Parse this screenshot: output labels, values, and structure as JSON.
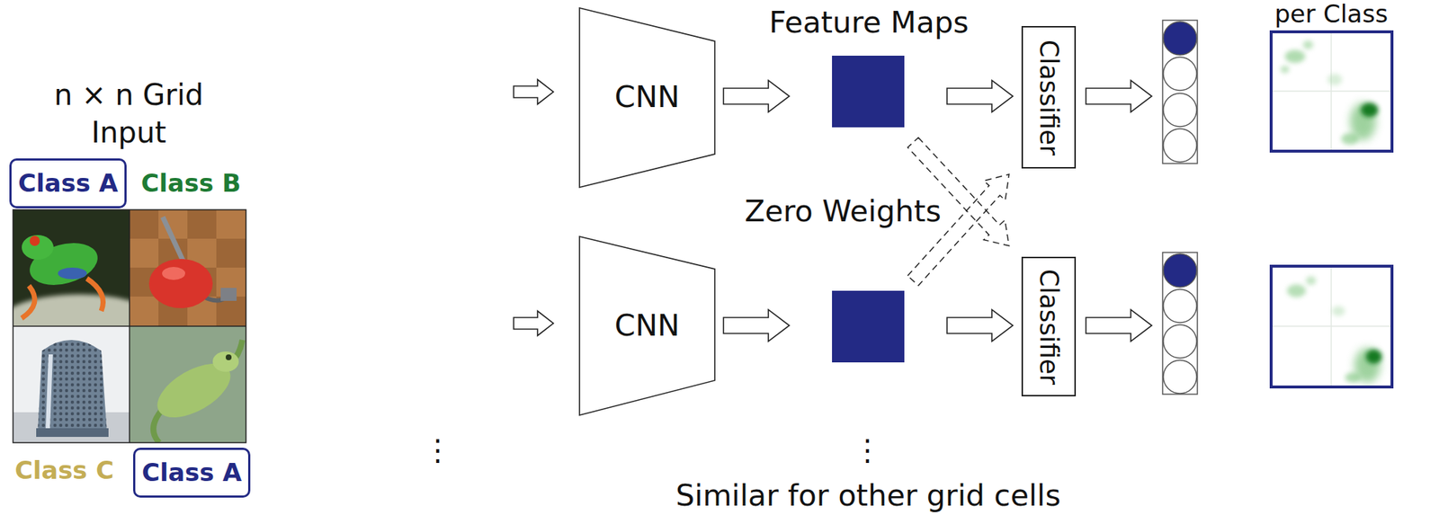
{
  "diagram": {
    "nodes": [
      {
        "text": [
          "Class A"
        ]
      },
      {
        "text": [
          "Class A"
        ]
      },
      {
        "text": [
          "CNN"
        ]
      },
      {
        "text": [
          "Classifier"
        ]
      },
      {
        "text": [
          "CNN"
        ]
      },
      {
        "text": [
          "Classifier"
        ]
      }
    ],
    "labels": [
      "n × n Grid Input",
      "Class B",
      "Class C",
      "Feature Maps",
      "per Class",
      "Zero Weights",
      "⋮",
      "⋮",
      "Similar for other grid cells"
    ]
  }
}
